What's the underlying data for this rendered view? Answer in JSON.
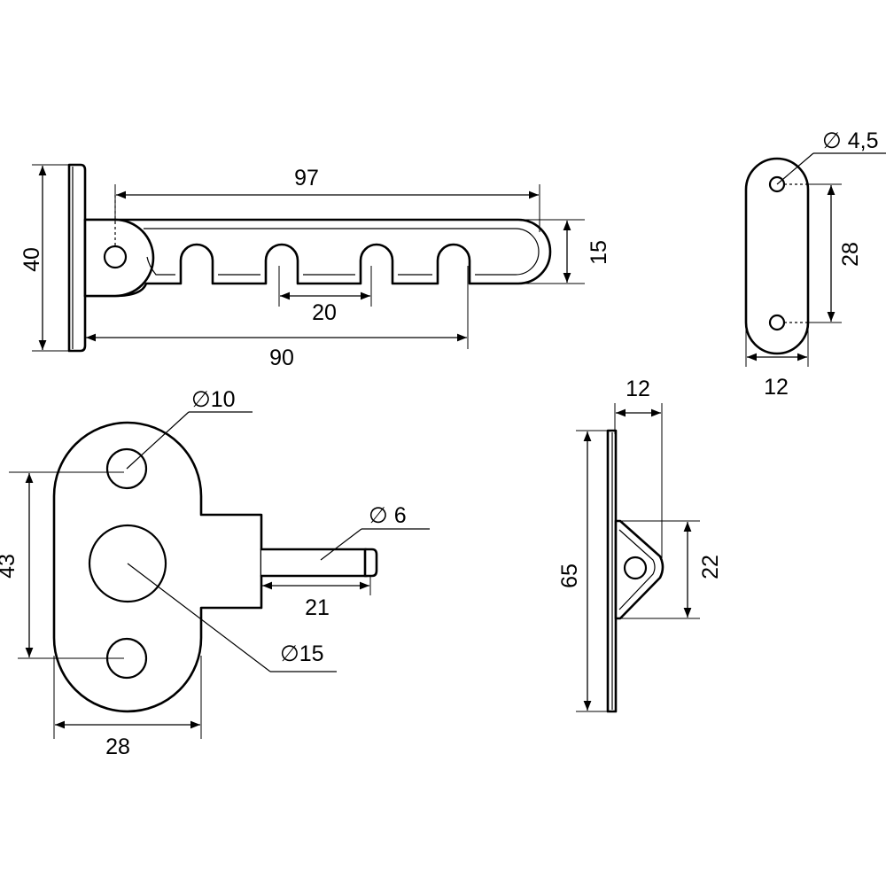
{
  "dimensions": {
    "arm_length_top": "97",
    "arm_height": "40",
    "arm_width": "15",
    "notch_pitch": "20",
    "arm_length_bottom": "90",
    "plate_hole_dia": "∅ 4,5",
    "plate_hole_spacing": "28",
    "plate_width": "12",
    "base_hole_small_dia": "∅10",
    "base_hole_large_dia": "∅15",
    "base_hole_spacing": "43",
    "base_width": "28",
    "pin_dia": "∅ 6",
    "pin_length": "21",
    "bracket_depth": "12",
    "bracket_length": "65",
    "bracket_lug_height": "22"
  },
  "colors": {
    "line": "#000000",
    "background": "#ffffff"
  }
}
